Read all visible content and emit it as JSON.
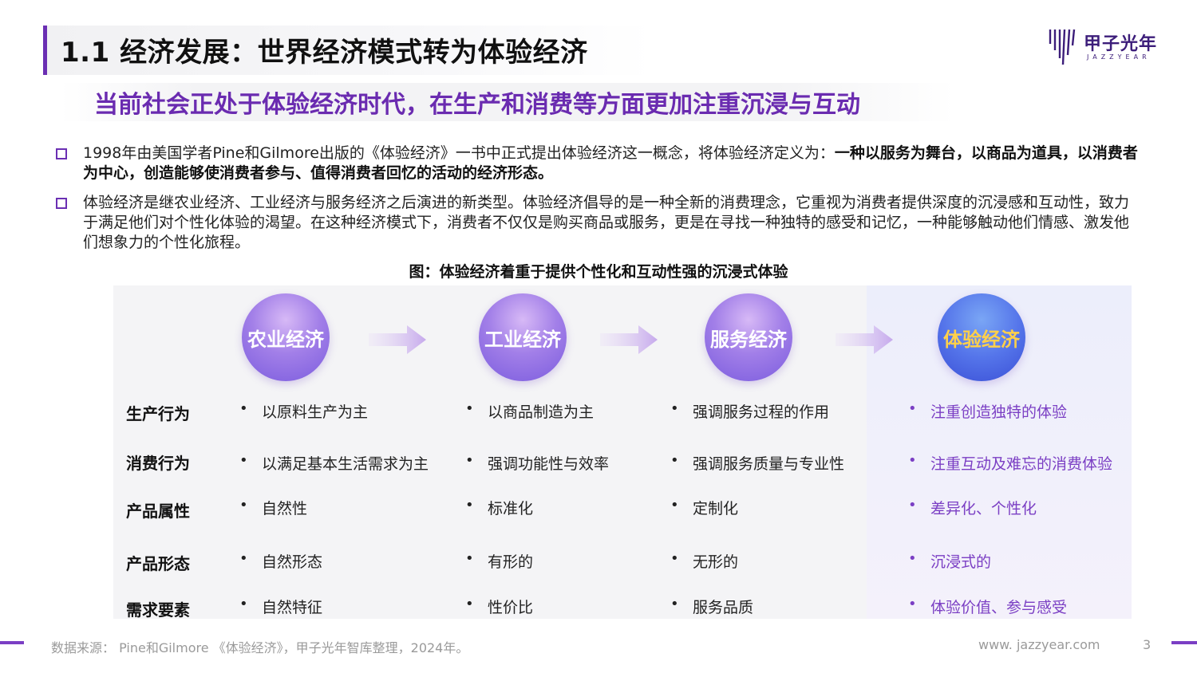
{
  "header": {
    "title": "1.1 经济发展：世界经济模式转为体验经济",
    "subtitle": "当前社会正处于体验经济时代，在生产和消费等方面更加注重沉浸与互动"
  },
  "logo": {
    "name": "甲子光年",
    "sub": "JAZZYEAR",
    "icon": "jazzyear-logo-icon"
  },
  "bullets": [
    {
      "text_a": "1998年由美国学者Pine和Gilmore出版的《体验经济》一书中正式提出体验经济这一概念，将体验经济定义为：",
      "text_bold": "一种以服务为舞台，以商品为道具，以消费者为中心，创造能够使消费者参与、值得消费者回忆的活动的经济形态。"
    },
    {
      "text_a": "体验经济是继农业经济、工业经济与服务经济之后演进的新类型。体验经济倡导的是一种全新的消费理念，它重视为消费者提供深度的沉浸感和互动性，致力于满足他们对个性化体验的渴望。在这种经济模式下，消费者不仅仅是购买商品或服务，更是在寻找一种独特的感受和记忆，一种能够触动他们情感、激发他们想象力的个性化旅程。",
      "text_bold": ""
    }
  ],
  "figure": {
    "caption": "图：体验经济着重于提供个性化和互动性强的沉浸式体验",
    "stages": [
      "农业经济",
      "工业经济",
      "服务经济",
      "体验经济"
    ],
    "row_labels": [
      "生产行为",
      "消费行为",
      "产品属性",
      "产品形态",
      "需求要素"
    ],
    "cells": [
      [
        "以原料生产为主",
        "以商品制造为主",
        "强调服务过程的作用",
        "注重创造独特的体验"
      ],
      [
        "以满足基本生活需求为主",
        "强调功能性与效率",
        "强调服务质量与专业性",
        "注重互动及难忘的消费体验"
      ],
      [
        "自然性",
        "标准化",
        "定制化",
        "差异化、个性化"
      ],
      [
        "自然形态",
        "有形的",
        "无形的",
        "沉浸式的"
      ],
      [
        "自然特征",
        "性价比",
        "服务品质",
        "体验价值、参与感受"
      ]
    ],
    "bullet_char": "•"
  },
  "footer": {
    "source": "数据来源： Pine和Gilmore 《体验经济》，甲子光年智库整理，2024年。",
    "site": "www. jazzyear.com",
    "page": "3"
  },
  "colors": {
    "accent": "#6b2fb3",
    "highlight_text": "#7b3fc4",
    "highlight_circle_text": "#ffd04a"
  }
}
